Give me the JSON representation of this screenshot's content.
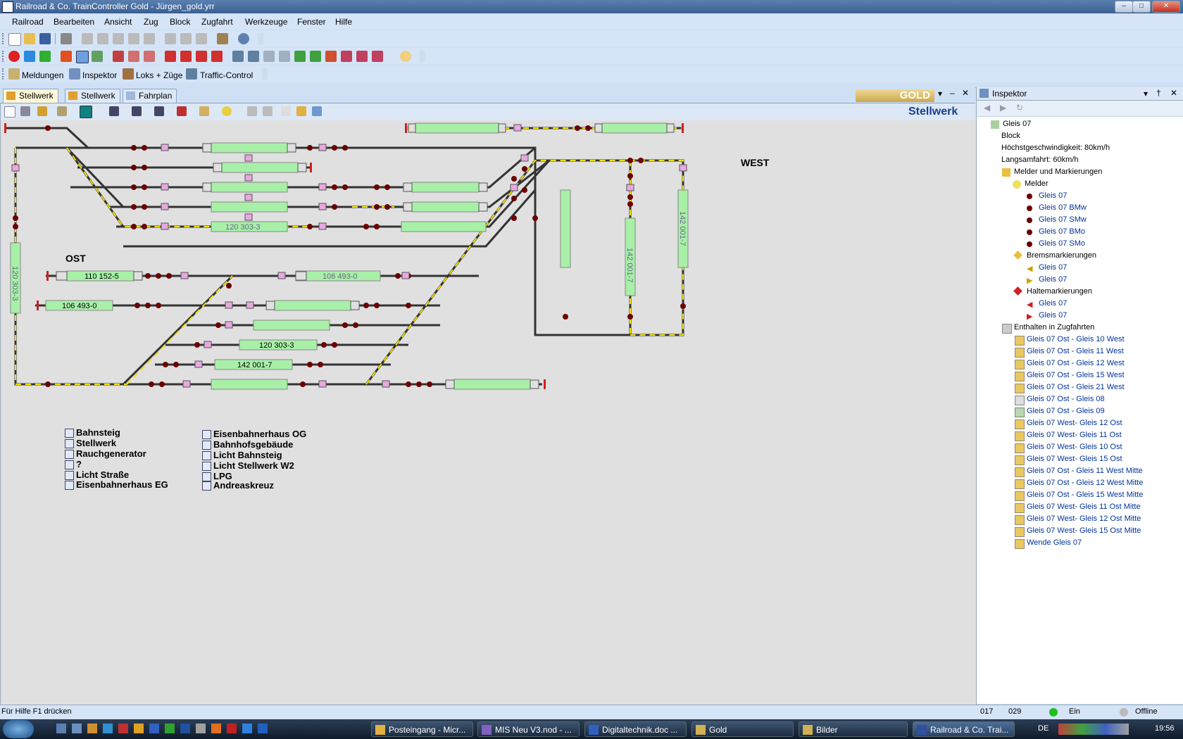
{
  "titlebar": {
    "title": "Railroad & Co. TrainController Gold - Jürgen_gold.yrr"
  },
  "menu": [
    "Railroad",
    "Bearbeiten",
    "Ansicht",
    "Zug",
    "Block",
    "Zugfahrt",
    "Werkzeuge",
    "Fenster",
    "Hilfe"
  ],
  "toolbar3": {
    "meldungen": "Meldungen",
    "inspektor": "Inspektor",
    "loks": "Loks + Züge",
    "traffic": "Traffic-Control"
  },
  "tabs": [
    "Stellwerk",
    "Stellwerk",
    "Fahrplan"
  ],
  "gold_logo": "GOLD",
  "stellwerk_heading": "Stellwerk",
  "layout": {
    "labels": {
      "west": "WEST",
      "ost": "OST"
    },
    "train_labels": {
      "t1": "120 303-3",
      "t2": "110 152-5",
      "t3": "106 493-0",
      "t4": "106 493-0",
      "t5": "120 303-3",
      "t6": "142 001-7",
      "v1": "120 303-3",
      "v2": "142 001-7",
      "v3": "142 001-7"
    },
    "legend_left": [
      "Bahnsteig",
      "Stellwerk",
      "Rauchgenerator",
      "?",
      "Licht Straße",
      "Eisenbahnerhaus EG"
    ],
    "legend_right": [
      "Eisenbahnerhaus OG",
      "Bahnhofsgebäude",
      "Licht Bahnsteig",
      "Licht Stellwerk W2",
      "LPG",
      "Andreaskreuz"
    ]
  },
  "inspektor": {
    "title": "Inspektor",
    "root": "Gleis 07",
    "props": [
      "Block",
      "Höchstgeschwindigkeit: 80km/h",
      "Langsamfahrt: 60km/h"
    ],
    "melder_group": "Melder und Markierungen",
    "melder": "Melder",
    "melder_items": [
      "Gleis 07",
      "Gleis 07 BMw",
      "Gleis 07 SMw",
      "Gleis 07 BMo",
      "Gleis 07 SMo"
    ],
    "brems": "Bremsmarkierungen",
    "brems_items": [
      "Gleis 07",
      "Gleis 07"
    ],
    "halte": "Haltemarkierungen",
    "halte_items": [
      "Gleis 07",
      "Gleis 07"
    ],
    "zugfahrten": "Enthalten in Zugfahrten",
    "zugfahrt_items": [
      "Gleis 07 Ost - Gleis 10 West",
      "Gleis 07 Ost - Gleis 11 West",
      "Gleis 07 Ost - Gleis 12 West",
      "Gleis 07 Ost - Gleis 15 West",
      "Gleis 07 Ost - Gleis 21 West",
      "Gleis 07 Ost - Gleis 08",
      "Gleis 07 Ost - Gleis 09",
      "Gleis 07 West- Gleis 12 Ost",
      "Gleis 07 West- Gleis 11 Ost",
      "Gleis 07 West- Gleis 10 Ost",
      "Gleis 07 West- Gleis 15 Ost",
      "Gleis 07 Ost - Gleis 11 West Mitte",
      "Gleis 07 Ost - Gleis 12 West Mitte",
      "Gleis 07 Ost - Gleis 15 West Mitte",
      "Gleis 07 West- Gleis 11 Ost Mitte",
      "Gleis 07 West- Gleis 12 Ost Mitte",
      "Gleis 07 West- Gleis 15 Ost Mitte",
      "Wende Gleis 07"
    ]
  },
  "status": {
    "help": "Für Hilfe F1 drücken",
    "c1": "017",
    "c2": "029",
    "ein": "Ein",
    "offline": "Offline"
  },
  "taskbar": {
    "tasks": [
      "Posteingang - Micr...",
      "MIS Neu V3.nod - ...",
      "Digitaltechnik.doc ...",
      "Gold",
      "Bilder",
      "Railroad & Co. Trai..."
    ],
    "lang": "DE",
    "time": "19:56"
  },
  "colors": {
    "block_fill": "#a8f0a8",
    "track": "#333333",
    "route_yellow": "#f0e000",
    "sensor": "#6a0000",
    "title_blue": "#1a3f8f",
    "link_blue": "#003399"
  }
}
